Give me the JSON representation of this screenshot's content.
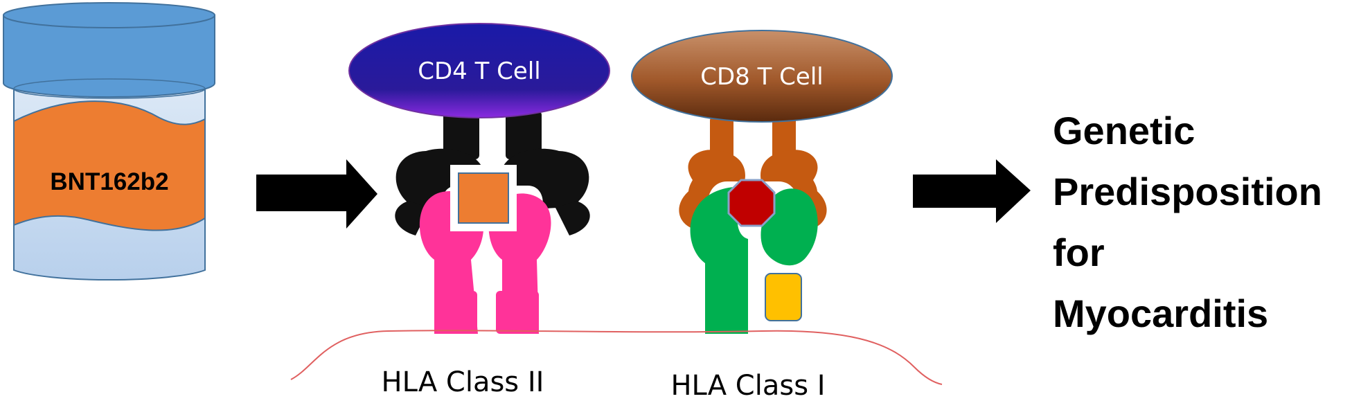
{
  "vial": {
    "label": "BNT162b2"
  },
  "cd4": {
    "label": "CD4 T Cell"
  },
  "cd8": {
    "label": "CD8 T Cell"
  },
  "hla": {
    "class2_label": "HLA Class II",
    "class1_label": "HLA Class I"
  },
  "conclusion": {
    "line1": "Genetic",
    "line2": "Predisposition",
    "line3": "for",
    "line4": "Myocarditis"
  },
  "colors": {
    "vial_blue": "#5b9bd5",
    "vial_orange": "#ed7d31",
    "arrow": "#000000",
    "tcr_cd4": "#111111",
    "tcr_cd8": "#c55a11",
    "hla2_pink": "#ff3399",
    "hla1_green": "#00b050",
    "peptide2": "#ed7d31",
    "peptide1": "#c00000",
    "b2m_yellow": "#ffc000",
    "membrane": "#e06060"
  }
}
